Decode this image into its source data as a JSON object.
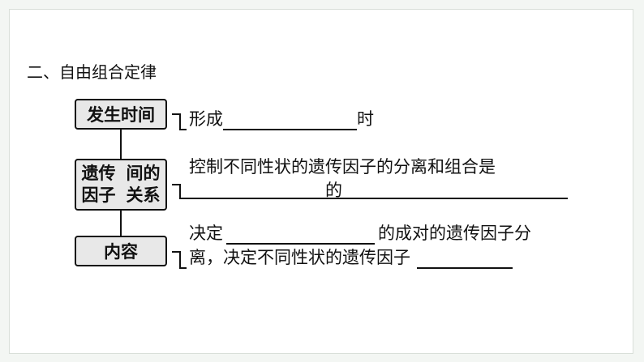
{
  "title": "二、自由组合定律",
  "boxes": {
    "time": "发生时间",
    "relation_line1": "遗传因子",
    "relation_line2": "间的关系",
    "content": "内容"
  },
  "items": {
    "time": {
      "before": "形成",
      "after": "时"
    },
    "relation": {
      "line1": "控制不同性状的遗传因子的分离和组合是",
      "after_blank": "的"
    },
    "content": {
      "line1_before": "决定",
      "line1_after": "的成对的遗传因子分",
      "line2_before": "离，决定不同性状的遗传因子"
    }
  }
}
